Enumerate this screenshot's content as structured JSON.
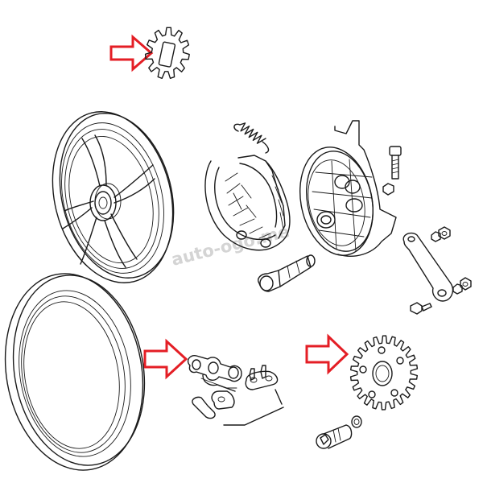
{
  "watermark": "auto-ogo.me",
  "colors": {
    "line": "#1a1a1a",
    "arrow": "#e41e25",
    "watermark": "#d4d4d4",
    "background": "#ffffff"
  },
  "parts": [
    {
      "name": "front-sprocket",
      "icon": "small-sprocket-icon",
      "highlighted": true
    },
    {
      "name": "rear-wheel-rim",
      "icon": "wheel-rim-icon",
      "highlighted": false
    },
    {
      "name": "tire",
      "icon": "tire-icon",
      "highlighted": false
    },
    {
      "name": "return-spring",
      "icon": "spring-icon",
      "highlighted": false
    },
    {
      "name": "brake-shoe",
      "icon": "brake-shoe-icon",
      "highlighted": false
    },
    {
      "name": "brake-backing-plate",
      "icon": "backing-plate-icon",
      "highlighted": false
    },
    {
      "name": "wheel-axle",
      "icon": "axle-icon",
      "highlighted": false
    },
    {
      "name": "brake-lever-arm",
      "icon": "brake-arm-icon",
      "highlighted": false
    },
    {
      "name": "drive-chain",
      "icon": "chain-icon",
      "highlighted": true
    },
    {
      "name": "rear-sprocket",
      "icon": "large-sprocket-icon",
      "highlighted": true
    },
    {
      "name": "sprocket-bolt",
      "icon": "bolt-icon",
      "highlighted": false
    }
  ]
}
